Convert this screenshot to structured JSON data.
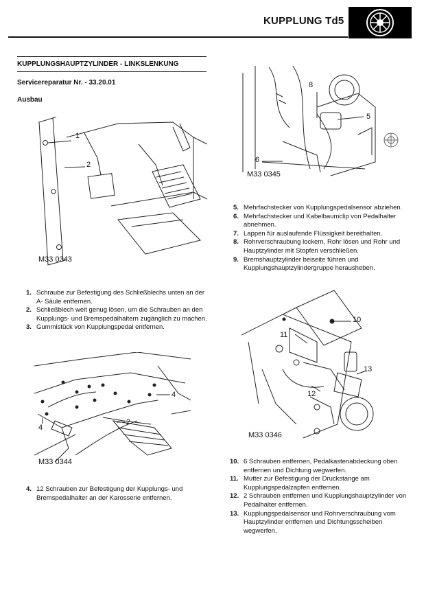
{
  "header": {
    "title": "KUPPLUNG Td5",
    "icon": "clutch-disc-icon"
  },
  "section": {
    "title": "KUPPLUNGSHAUPTZYLINDER - LINKSLENKUNG",
    "service": "Servicereparatur Nr. - 33.20.01",
    "subheading": "Ausbau"
  },
  "figures": {
    "fig1": {
      "label": "M33 0343",
      "callouts": [
        "1",
        "2"
      ]
    },
    "fig2": {
      "label": "M33 0345",
      "callouts": [
        "8",
        "5",
        "6"
      ]
    },
    "fig3": {
      "label": "M33 0344",
      "callouts": [
        "4",
        "2",
        "4"
      ]
    },
    "fig4": {
      "label": "M33 0346",
      "callouts": [
        "10",
        "11",
        "13",
        "12"
      ]
    }
  },
  "steps_a": [
    {
      "num": "1.",
      "text": "Schraube zur Befestigung des Schließblechs unten an der A- Säule entfernen."
    },
    {
      "num": "2.",
      "text": "Schließblech weit genug lösen, um die Schrauben an den Kupplungs- und Bremspedalhaltern zugänglich zu machen."
    },
    {
      "num": "3.",
      "text": "Gummistück von Kupplungspedal entfernen."
    }
  ],
  "steps_b": [
    {
      "num": "4.",
      "text": "12 Schrauben zur Befestigung der Kupplungs- und Bremspedalhalter an der Karosserie entfernen."
    }
  ],
  "steps_c": [
    {
      "num": "5.",
      "text": "Mehrfachstecker von Kupplungspedalsensor abziehen."
    },
    {
      "num": "6.",
      "text": "Mehrfachstecker und Kabelbaumclip von Pedalhalter abnehmen."
    },
    {
      "num": "7.",
      "text": "Lappen für auslaufende Flüssigkeit bereithalten."
    },
    {
      "num": "8.",
      "text": "Rohrverschraubung lockern, Rohr lösen und Rohr und Hauptzylinder mit Stopfen verschließen."
    },
    {
      "num": "9.",
      "text": "Bremshauptzylinder beiseite führen und Kupplungshauptzylindergruppe herausheben."
    }
  ],
  "steps_d": [
    {
      "num": "10.",
      "text": "6 Schrauben entfernen, Pedalkastenabdeckung oben entfernen und Dichtung wegwerfen."
    },
    {
      "num": "11.",
      "text": "Mutter zur Befestigung der Druckstange am Kupplungspedalzapfen entfernen."
    },
    {
      "num": "12.",
      "text": "2 Schrauben entfernen und Kupplungshauptzylinder von Pedalhalter entfernen."
    },
    {
      "num": "13.",
      "text": "Kupplungspedalsensor und Rohrverschraubung vom Hauptzylinder entfernen und Dichtungsscheiben wegwerfen."
    }
  ]
}
